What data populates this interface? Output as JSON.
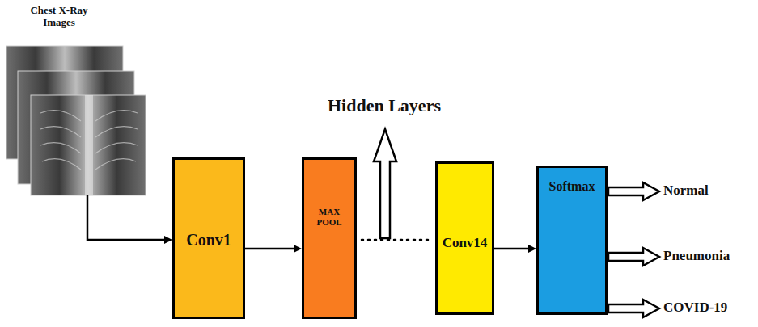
{
  "diagram": {
    "nodes": [
      {
        "text": [
          "Conv1"
        ]
      },
      {
        "text": [
          "MAX POOL"
        ]
      },
      {
        "text": [
          "Conv14"
        ]
      },
      {
        "text": [
          "Softmax"
        ]
      }
    ],
    "edges": [
      {
        "from": 0,
        "to": 1,
        "arrow": "to"
      },
      {
        "from": 1,
        "to": 2,
        "arrow": "none"
      },
      {
        "from": 2,
        "to": 3,
        "arrow": "to"
      }
    ],
    "labels": [
      "Chest X-Ray Images",
      "Hidden Layers",
      "Normal",
      "Pneumonia",
      "COVID-19"
    ]
  }
}
